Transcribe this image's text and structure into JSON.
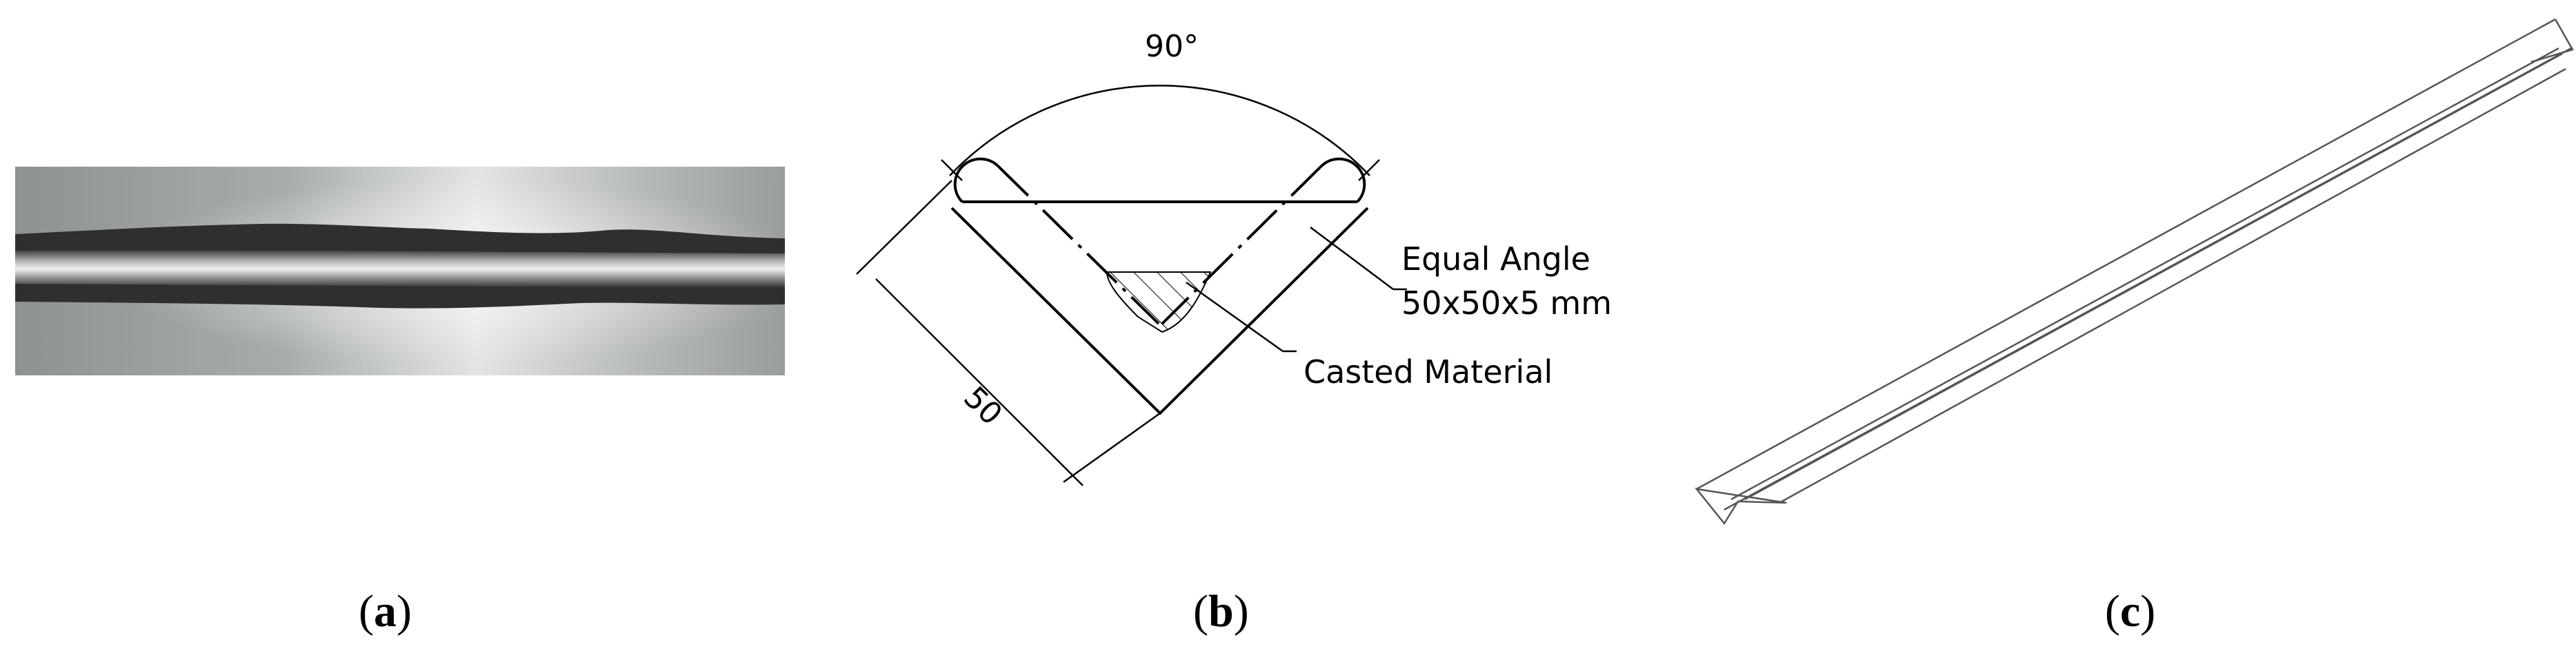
{
  "panel_a": {
    "caption_letter": "a"
  },
  "panel_b": {
    "angle_label": "90°",
    "dimension_label": "50",
    "equal_angle_line1": "Equal Angle",
    "equal_angle_line2": "50x50x5 mm",
    "casted_label": "Casted Material",
    "caption_letter": "b"
  },
  "panel_c": {
    "caption_letter": "c"
  }
}
